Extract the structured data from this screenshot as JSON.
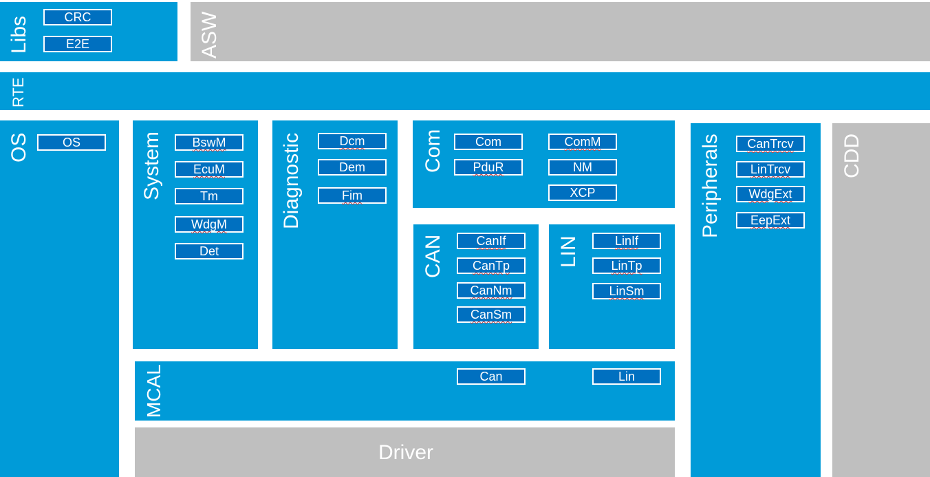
{
  "libs": {
    "title": "Libs",
    "modules": [
      "CRC",
      "E2E"
    ]
  },
  "asw": {
    "title": "ASW"
  },
  "rte": {
    "title": "RTE"
  },
  "os": {
    "title": "OS",
    "modules": [
      "OS"
    ]
  },
  "system": {
    "title": "System",
    "modules": [
      "BswM",
      "EcuM",
      "Tm",
      "WdgM",
      "Det"
    ]
  },
  "diagnostic": {
    "title": "Diagnostic",
    "modules": [
      "Dcm",
      "Dem",
      "Fim"
    ]
  },
  "com": {
    "title": "Com",
    "modules": [
      "Com",
      "PduR",
      "ComM",
      "NM",
      "XCP"
    ]
  },
  "can": {
    "title": "CAN",
    "modules": [
      "CanIf",
      "CanTp",
      "CanNm",
      "CanSm"
    ]
  },
  "lin": {
    "title": "LIN",
    "modules": [
      "LinIf",
      "LinTp",
      "LinSm"
    ]
  },
  "mcal": {
    "title": "MCAL",
    "modules": [
      "Can",
      "Lin"
    ]
  },
  "driver": {
    "title": "Driver"
  },
  "peripherals": {
    "title": "Peripherals",
    "modules": [
      "CanTrcv",
      "LinTrcv",
      "WdgExt",
      "EepExt"
    ]
  },
  "cdd": {
    "title": "CDD"
  },
  "colors": {
    "layer": "#009bd8",
    "module": "#0070c0",
    "inactive": "#bfbfbf"
  }
}
